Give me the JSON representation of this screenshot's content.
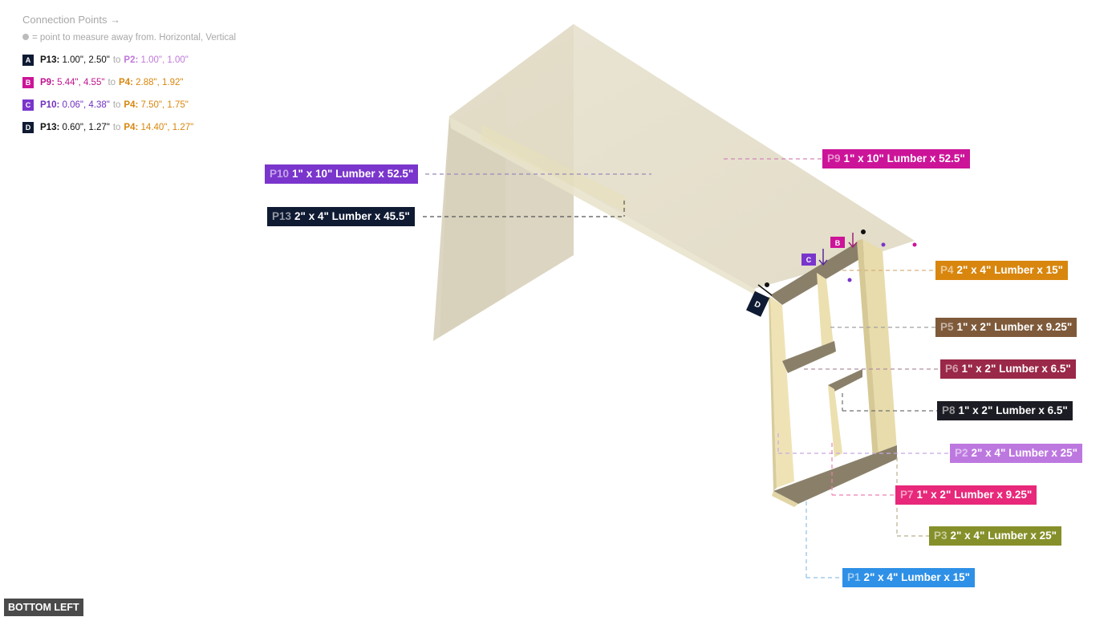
{
  "legend": {
    "title": "Connection Points →",
    "note": "= point to measure away from. Horizontal, Vertical",
    "connections": [
      {
        "badge": "A",
        "badge_color": "#0f1a33",
        "from_part": "P13:",
        "from_color": "#111111",
        "from_vals": "1.00\", 2.50\"",
        "to": "to",
        "to_part": "P2:",
        "to_color": "#c078d8",
        "to_vals": "1.00\", 1.00\""
      },
      {
        "badge": "B",
        "badge_color": "#cc1499",
        "from_part": "P9:",
        "from_color": "#c01490",
        "from_vals": "5.44\", 4.55\"",
        "to": "to",
        "to_part": "P4:",
        "to_color": "#d8860e",
        "to_vals": "2.88\", 1.92\""
      },
      {
        "badge": "C",
        "badge_color": "#7a35cc",
        "from_part": "P10:",
        "from_color": "#7030c0",
        "from_vals": "0.06\", 4.38\"",
        "to": "to",
        "to_part": "P4:",
        "to_color": "#d8860e",
        "to_vals": "7.50\", 1.75\""
      },
      {
        "badge": "D",
        "badge_color": "#0f1a33",
        "from_part": "P13:",
        "from_color": "#111111",
        "from_vals": "0.60\", 1.27\"",
        "to": "to",
        "to_part": "P4:",
        "to_color": "#d8860e",
        "to_vals": "14.40\", 1.27\""
      }
    ]
  },
  "parts": [
    {
      "id": "P10",
      "desc": "1\" x 10\" Lumber  x 52.5\"",
      "color": "#7a35cc"
    },
    {
      "id": "P13",
      "desc": "2\" x 4\" Lumber  x 45.5\"",
      "color": "#0f1a33"
    },
    {
      "id": "P9",
      "desc": "1\" x 10\" Lumber  x 52.5\"",
      "color": "#cc1499"
    },
    {
      "id": "P4",
      "desc": "2\" x 4\" Lumber  x 15\"",
      "color": "#d8860e"
    },
    {
      "id": "P5",
      "desc": "1\" x 2\" Lumber x 9.25\"",
      "color": "#7f5a3a"
    },
    {
      "id": "P6",
      "desc": "1\" x 2\" Lumber x 6.5\"",
      "color": "#9a2848"
    },
    {
      "id": "P8",
      "desc": "1\" x 2\" Lumber x 6.5\"",
      "color": "#1c1c24"
    },
    {
      "id": "P2",
      "desc": "2\" x 4\" Lumber  x 25\"",
      "color": "#bd78e0"
    },
    {
      "id": "P7",
      "desc": "1\" x 2\" Lumber x 9.25\"",
      "color": "#e8287a"
    },
    {
      "id": "P3",
      "desc": "2\" x 4\" Lumber  x 25\"",
      "color": "#86902a"
    },
    {
      "id": "P1",
      "desc": "2\" x 4\" Lumber  x 15\"",
      "color": "#2e90e6"
    }
  ],
  "markers": {
    "b": "B",
    "c": "C",
    "d": "D"
  },
  "view_button": "BOTTOM LEFT"
}
